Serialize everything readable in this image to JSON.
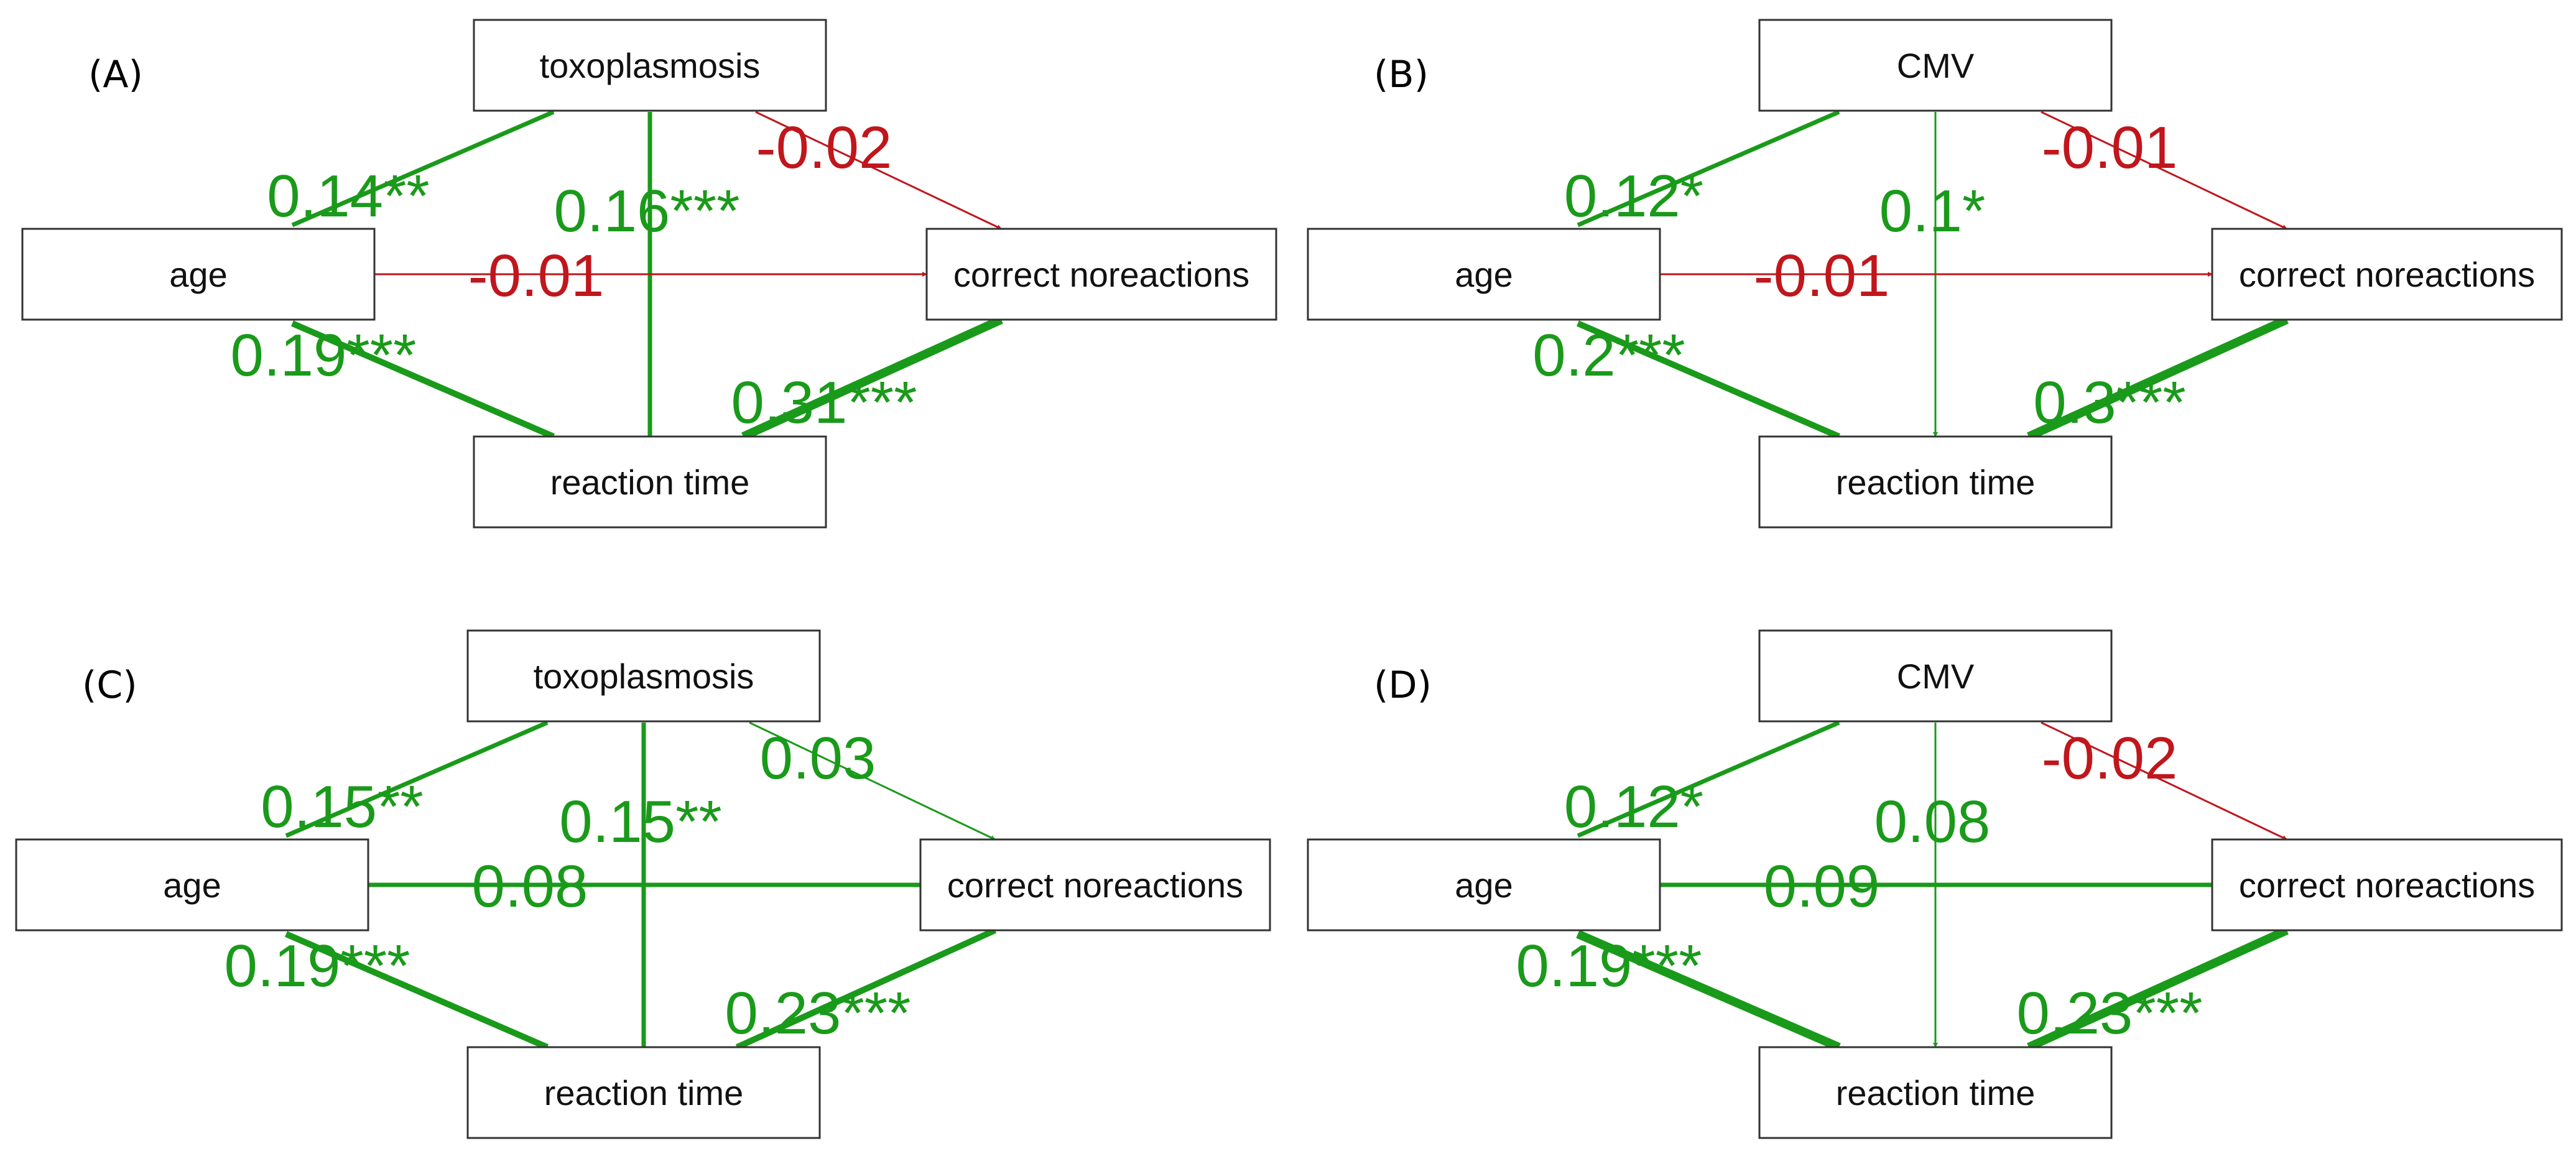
{
  "colors": {
    "positive": "#1a9a1a",
    "negative": "#c0161c",
    "node_border": "#333333"
  },
  "panels": [
    {
      "label": "(A)",
      "nodes": {
        "pathogen": "toxoplasmosis",
        "age": "age",
        "outcome": "correct noreactions",
        "mediator": "reaction time"
      },
      "paths": {
        "age_pathogen": {
          "value": "0.14**",
          "sign": "positive",
          "weight": 2
        },
        "pathogen_mediator": {
          "value": "0.16***",
          "sign": "positive",
          "weight": 2
        },
        "pathogen_outcome": {
          "value": "-0.02",
          "sign": "negative",
          "weight": 1
        },
        "age_outcome": {
          "value": "-0.01",
          "sign": "negative",
          "weight": 1
        },
        "age_mediator": {
          "value": "0.19***",
          "sign": "positive",
          "weight": 3
        },
        "outcome_mediator": {
          "value": "0.31***",
          "sign": "positive",
          "weight": 4
        }
      }
    },
    {
      "label": "(B)",
      "nodes": {
        "pathogen": "CMV",
        "age": "age",
        "outcome": "correct noreactions",
        "mediator": "reaction time"
      },
      "paths": {
        "age_pathogen": {
          "value": "0.12*",
          "sign": "positive",
          "weight": 2
        },
        "pathogen_mediator": {
          "value": "0.1*",
          "sign": "positive",
          "weight": 1
        },
        "pathogen_outcome": {
          "value": "-0.01",
          "sign": "negative",
          "weight": 1
        },
        "age_outcome": {
          "value": "-0.01",
          "sign": "negative",
          "weight": 1
        },
        "age_mediator": {
          "value": "0.2***",
          "sign": "positive",
          "weight": 3
        },
        "outcome_mediator": {
          "value": "0.3***",
          "sign": "positive",
          "weight": 4
        }
      }
    },
    {
      "label": "(C)",
      "nodes": {
        "pathogen": "toxoplasmosis",
        "age": "age",
        "outcome": "correct noreactions",
        "mediator": "reaction time"
      },
      "paths": {
        "age_pathogen": {
          "value": "0.15**",
          "sign": "positive",
          "weight": 2
        },
        "pathogen_mediator": {
          "value": "0.15**",
          "sign": "positive",
          "weight": 2
        },
        "pathogen_outcome": {
          "value": "0.03",
          "sign": "positive",
          "weight": 1
        },
        "age_outcome": {
          "value": "0.08",
          "sign": "positive",
          "weight": 2
        },
        "age_mediator": {
          "value": "0.19***",
          "sign": "positive",
          "weight": 3
        },
        "outcome_mediator": {
          "value": "0.23***",
          "sign": "positive",
          "weight": 3
        }
      }
    },
    {
      "label": "(D)",
      "nodes": {
        "pathogen": "CMV",
        "age": "age",
        "outcome": "correct noreactions",
        "mediator": "reaction time"
      },
      "paths": {
        "age_pathogen": {
          "value": "0.12*",
          "sign": "positive",
          "weight": 2
        },
        "pathogen_mediator": {
          "value": "0.08",
          "sign": "positive",
          "weight": 1
        },
        "pathogen_outcome": {
          "value": "-0.02",
          "sign": "negative",
          "weight": 1
        },
        "age_outcome": {
          "value": "0.09",
          "sign": "positive",
          "weight": 2
        },
        "age_mediator": {
          "value": "0.19***",
          "sign": "positive",
          "weight": 4
        },
        "outcome_mediator": {
          "value": "0.23***",
          "sign": "positive",
          "weight": 4
        }
      }
    }
  ]
}
